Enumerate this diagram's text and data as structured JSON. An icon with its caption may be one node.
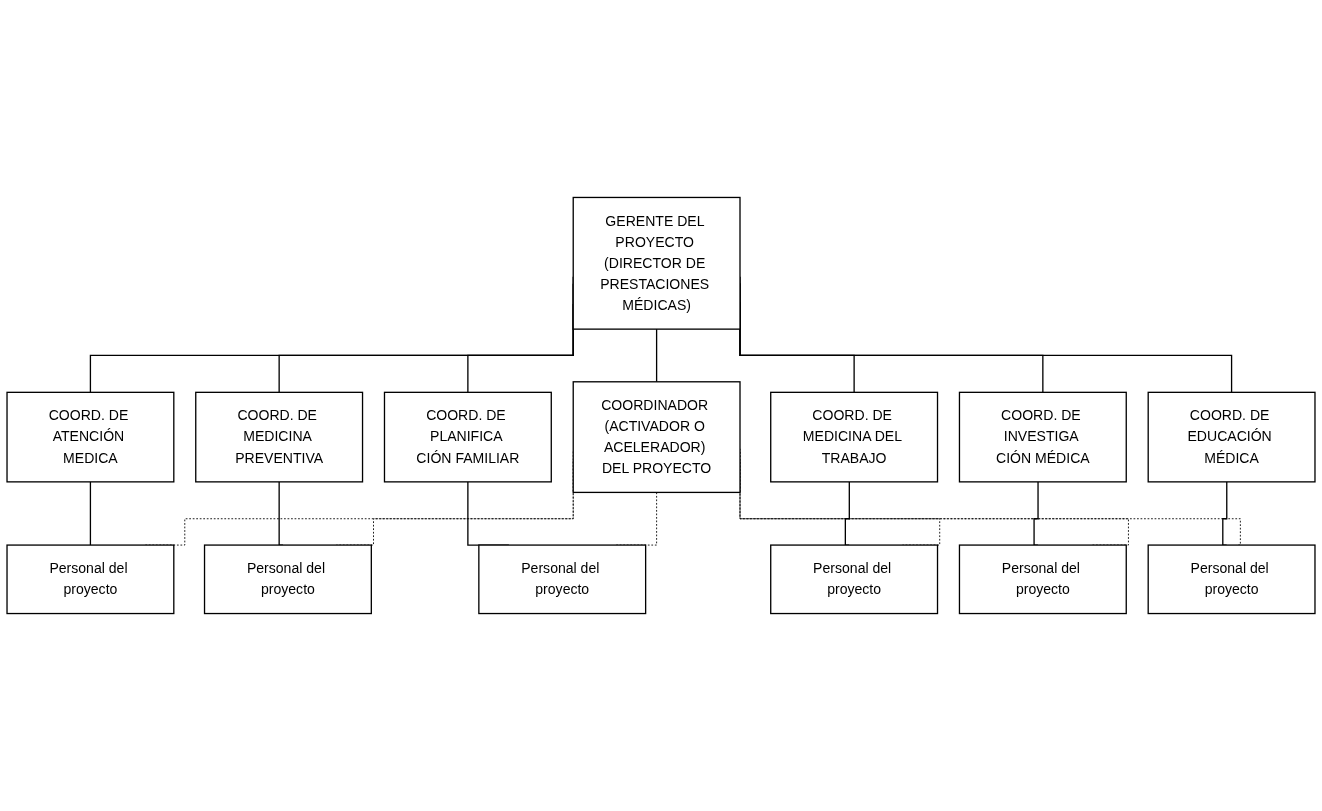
{
  "diagram": {
    "nodes": [
      {
        "text": [
          "GERENTE DEL PROYECTO (DIRECTOR DE PRESTACIONES MÉDICAS)"
        ]
      },
      {
        "text": [
          "COORDINADOR (ACTIVADOR O ACELERADOR) DEL PROYECTO"
        ]
      },
      {
        "text": [
          "COORD. DE ATENCIÓN MEDICA"
        ]
      },
      {
        "text": [
          "COORD. DE MEDICINA PREVENTIVA"
        ]
      },
      {
        "text": [
          "COORD. DE PLANIFICA CIÓN FAMILIAR"
        ]
      },
      {
        "text": [
          "COORD. DE MEDICINA DEL TRABAJO"
        ]
      },
      {
        "text": [
          "COORD. DE INVESTIGA CIÓN MÉDICA"
        ]
      },
      {
        "text": [
          "COORD. DE EDUCACIÓN MÉDICA"
        ]
      },
      {
        "text": [
          "Personal del proyecto"
        ]
      },
      {
        "text": [
          "Personal del proyecto"
        ]
      },
      {
        "text": [
          "Personal del proyecto"
        ]
      },
      {
        "text": [
          "Personal del proyecto"
        ]
      },
      {
        "text": [
          "Personal del proyecto"
        ]
      },
      {
        "text": [
          "Personal del proyecto"
        ]
      }
    ],
    "edges": [
      {
        "from": 0,
        "to": 1,
        "arrow": "none"
      },
      {
        "from": 0,
        "to": 2,
        "arrow": "none"
      },
      {
        "from": 0,
        "to": 3,
        "arrow": "none"
      },
      {
        "from": 0,
        "to": 4,
        "arrow": "none"
      },
      {
        "from": 0,
        "to": 5,
        "arrow": "none"
      },
      {
        "from": 0,
        "to": 6,
        "arrow": "none"
      },
      {
        "from": 0,
        "to": 7,
        "arrow": "none"
      },
      {
        "from": 2,
        "to": 8,
        "arrow": "none"
      },
      {
        "from": 3,
        "to": 9,
        "arrow": "none"
      },
      {
        "from": 4,
        "to": 10,
        "arrow": "none"
      },
      {
        "from": 5,
        "to": 11,
        "arrow": "none"
      },
      {
        "from": 6,
        "to": 12,
        "arrow": "none"
      },
      {
        "from": 7,
        "to": 13,
        "arrow": "none"
      },
      {
        "from": 1,
        "to": 8,
        "arrow": "none",
        "style": "dashed"
      },
      {
        "from": 1,
        "to": 9,
        "arrow": "none",
        "style": "dashed"
      },
      {
        "from": 1,
        "to": 10,
        "arrow": "none",
        "style": "dashed"
      },
      {
        "from": 1,
        "to": 11,
        "arrow": "none",
        "style": "dashed"
      },
      {
        "from": 1,
        "to": 12,
        "arrow": "none",
        "style": "dashed"
      },
      {
        "from": 1,
        "to": 13,
        "arrow": "none",
        "style": "dashed"
      }
    ]
  }
}
